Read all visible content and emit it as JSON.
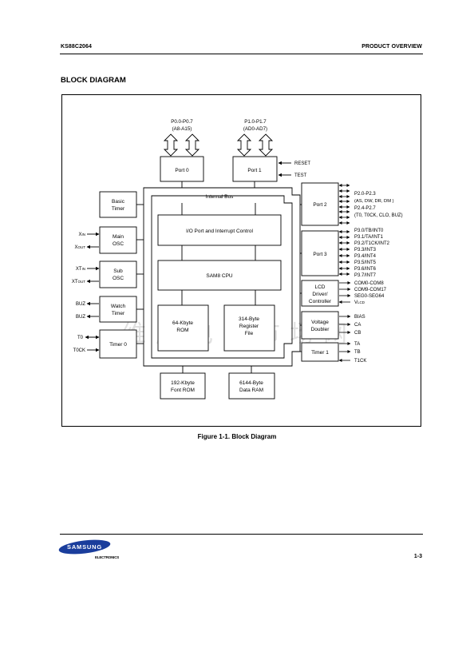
{
  "header": {
    "left": "KS88C2064",
    "right": "PRODUCT OVERVIEW"
  },
  "section_title": "BLOCK DIAGRAM",
  "caption": "Figure 1-1. Block Diagram",
  "footer": {
    "brand": "SAMSUNG",
    "brand_sub": "ELECTRONICS",
    "page": "1-3"
  },
  "diagram": {
    "bus_label": "Internal Bus",
    "blocks": {
      "port0": "Port 0",
      "port1": "Port 1",
      "port2": "Port 2",
      "port3": "Port 3",
      "basic_timer": [
        "Basic",
        "Timer"
      ],
      "main_osc": [
        "Main",
        "OSC"
      ],
      "sub_osc": [
        "Sub",
        "OSC"
      ],
      "watch_timer": [
        "Watch",
        "Timer"
      ],
      "timer0": "Timer 0",
      "io_port": "I/O Port and Interrupt Control",
      "cpu": "SAM8 CPU",
      "rom": [
        "64-Kbyte",
        "ROM"
      ],
      "register_file": [
        "314-Byte",
        "Register",
        "File"
      ],
      "lcd": [
        "LCD",
        "Driver/",
        "Controller"
      ],
      "voltage": [
        "Voltage",
        "Doubler"
      ],
      "timer1": "Timer 1",
      "font_rom": [
        "192-Kbyte",
        "Font ROM"
      ],
      "data_ram": [
        "6144-Byte",
        "Data RAM"
      ]
    },
    "port0_pins": [
      "P0.0-P0.7",
      "(A8-A15)"
    ],
    "port1_pins": [
      "P1.0-P1.7",
      "(AD0-AD7)"
    ],
    "reset": "RESET",
    "test": "TEST",
    "port2_pins": [
      "P2.0-P2.3",
      "(AS, DW, DR, DM )",
      "P2.4-P2.7",
      "(T0, T0CK, CLO, BUZ)"
    ],
    "port3_pins": [
      "P3.0/TB/INT0",
      "P3.1/TA/INT1",
      "P3.2/T1CK/INT2",
      "P3.3/INT3",
      "P3.4/INT4",
      "P3.5/INT5",
      "P3.6/INT6",
      "P3.7/INT7"
    ],
    "lcd_pins": [
      "COM0-COM8",
      "COM9-COM17",
      "SEG0-SEG64"
    ],
    "vlcd": {
      "main": "V",
      "sub": "LCD"
    },
    "voltage_pins": [
      "BIAS",
      "CA",
      "CB"
    ],
    "timer1_pins": [
      "TA",
      "TB",
      "T1CK"
    ],
    "xin": {
      "main": "X",
      "sub": "IN"
    },
    "xout": {
      "main": "X",
      "sub": "OUT"
    },
    "xtin": {
      "main": "XT",
      "sub": "IN"
    },
    "xtout": {
      "main": "XT",
      "sub": "OUT"
    },
    "buz1": "BUZ",
    "buz2": "BUZ",
    "t0": "T0",
    "t0ck": "T0CK",
    "watermark": "维库电子市场网"
  }
}
